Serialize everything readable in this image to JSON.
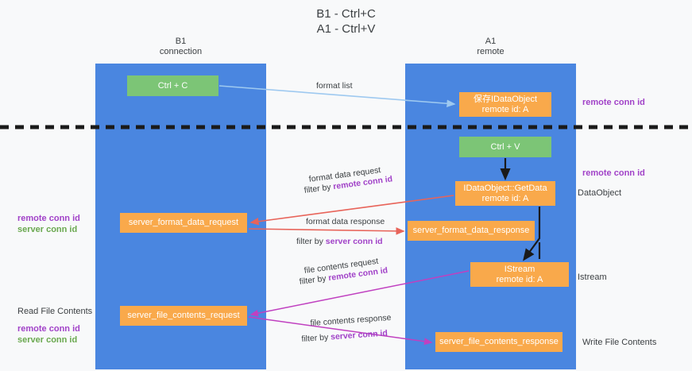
{
  "title": {
    "line1": "B1 - Ctrl+C",
    "line2": "A1 - Ctrl+V"
  },
  "lanes": [
    {
      "id": "b1",
      "name": "B1",
      "sub": "connection",
      "color": "#4a86e0"
    },
    {
      "id": "a1",
      "name": "A1",
      "sub": "remote",
      "color": "#4a86e0"
    }
  ],
  "colors": {
    "lane": "#4a86e0",
    "green_box": "#7cc576",
    "orange_box": "#f9a94b",
    "purple_text": "#a142c8",
    "green_text": "#6aa84f",
    "blue_arrow": "#9ec9f0",
    "red_arrow": "#e8645a",
    "magenta_arrow": "#c040c0",
    "black_arrow": "#1a1a1a",
    "divider": "#1a1a1a",
    "background": "#f8f9fa"
  },
  "boxes": {
    "ctrl_c": {
      "label": "Ctrl + C",
      "style": "green"
    },
    "save_idataobject": {
      "line1": "保存IDataObject",
      "line2": "remote id: A",
      "style": "orange"
    },
    "ctrl_v": {
      "label": "Ctrl + V",
      "style": "green"
    },
    "getdata": {
      "line1": "IDataObject::GetData",
      "line2": "remote id: A",
      "style": "orange"
    },
    "server_format_data_request": {
      "label": "server_format_data_request",
      "style": "orange"
    },
    "server_format_data_response": {
      "label": "server_format_data_response",
      "style": "orange"
    },
    "istream": {
      "line1": "IStream",
      "line2": "remote id: A",
      "style": "orange"
    },
    "server_file_contents_request": {
      "label": "server_file_contents_request",
      "style": "orange"
    },
    "server_file_contents_response": {
      "label": "server_file_contents_response",
      "style": "orange"
    }
  },
  "edge_labels": {
    "format_list": "format list",
    "format_data_request": "format data request",
    "format_data_request_filter_prefix": "filter by ",
    "format_data_request_filter_key": "remote conn id",
    "format_data_response": "format data response",
    "format_data_response_filter_prefix": "filter by ",
    "format_data_response_filter_key": "server conn id",
    "file_contents_request": "file contents request",
    "file_contents_request_filter_prefix": "filter by ",
    "file_contents_request_filter_key": "remote conn id",
    "file_contents_response": "file contents response",
    "file_contents_response_filter_prefix": "filter by ",
    "file_contents_response_filter_key": "server conn id"
  },
  "annotations": {
    "right": {
      "remote_conn_id_1": "remote conn id",
      "remote_conn_id_2": "remote conn id",
      "dataobject": "DataObject",
      "istream": "Istream",
      "write_file_contents": "Write File Contents"
    },
    "left": {
      "group1_remote": "remote conn id",
      "group1_server": "server conn id",
      "read_file_contents": "Read File Contents",
      "group2_remote": "remote conn id",
      "group2_server": "server conn id"
    }
  }
}
